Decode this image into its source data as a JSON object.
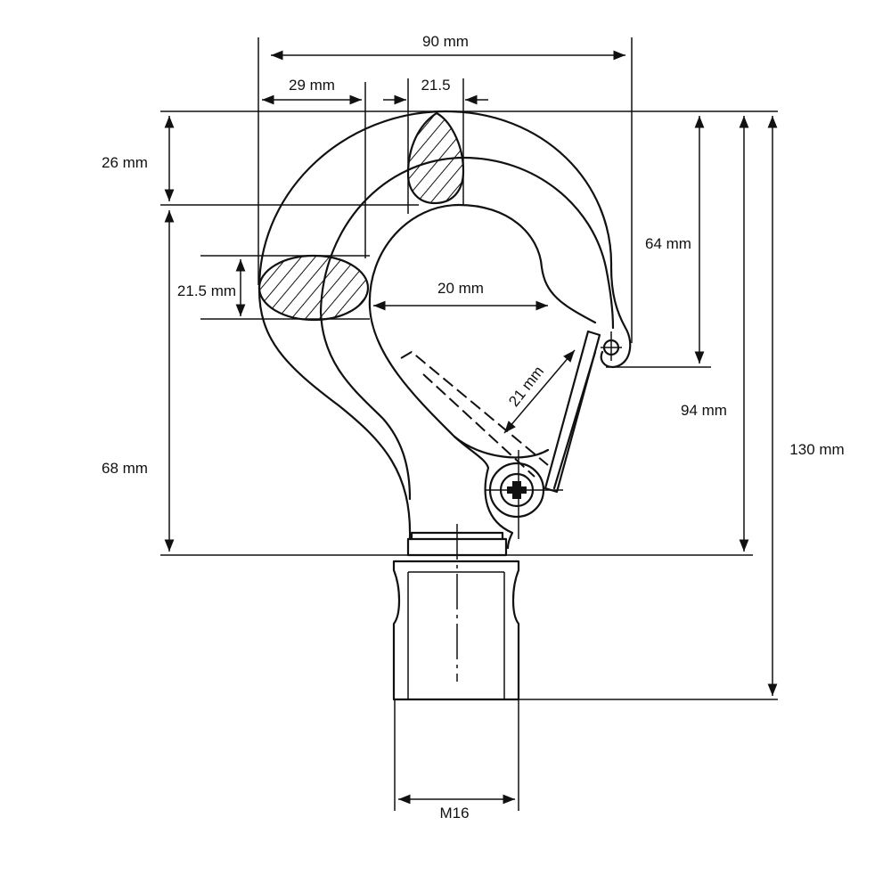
{
  "title": "Swivel hook dimension drawing",
  "dimensions": {
    "overall_width": "90 mm",
    "section_width": "29 mm",
    "top_section_width": "21.5",
    "top_thickness": "26 mm",
    "side_section_height": "21.5 mm",
    "throat_opening": "20 mm",
    "gate_opening": "21 mm",
    "tip_height": "64 mm",
    "hook_height": "94 mm",
    "total_height": "130 mm",
    "lower_height": "68 mm",
    "thread": "M16"
  },
  "colors": {
    "line": "#111111",
    "background": "#ffffff"
  }
}
